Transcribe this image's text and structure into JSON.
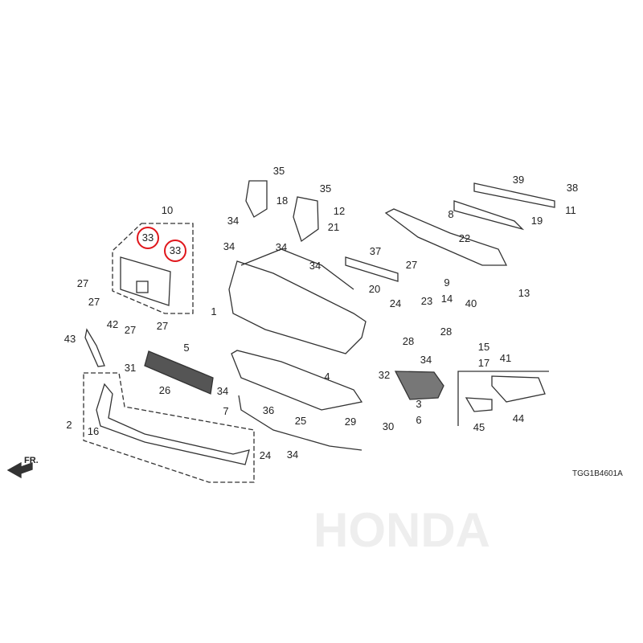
{
  "diagram": {
    "title_code": "TGG1B4601A",
    "direction_label": "FR.",
    "highlight_color": "#e0161b",
    "watermark": "HONDA",
    "callouts": [
      "35",
      "35",
      "18",
      "34",
      "12",
      "21",
      "34",
      "34",
      "34",
      "37",
      "27",
      "20",
      "10",
      "33",
      "33",
      "27",
      "27",
      "1",
      "8",
      "22",
      "23",
      "9",
      "14",
      "40",
      "13",
      "39",
      "38",
      "11",
      "19",
      "24",
      "28",
      "28",
      "15",
      "17",
      "41",
      "34",
      "32",
      "3",
      "6",
      "44",
      "45",
      "43",
      "42",
      "27",
      "27",
      "5",
      "31",
      "26",
      "34",
      "4",
      "7",
      "36",
      "25",
      "29",
      "30",
      "2",
      "16",
      "24",
      "34"
    ]
  }
}
